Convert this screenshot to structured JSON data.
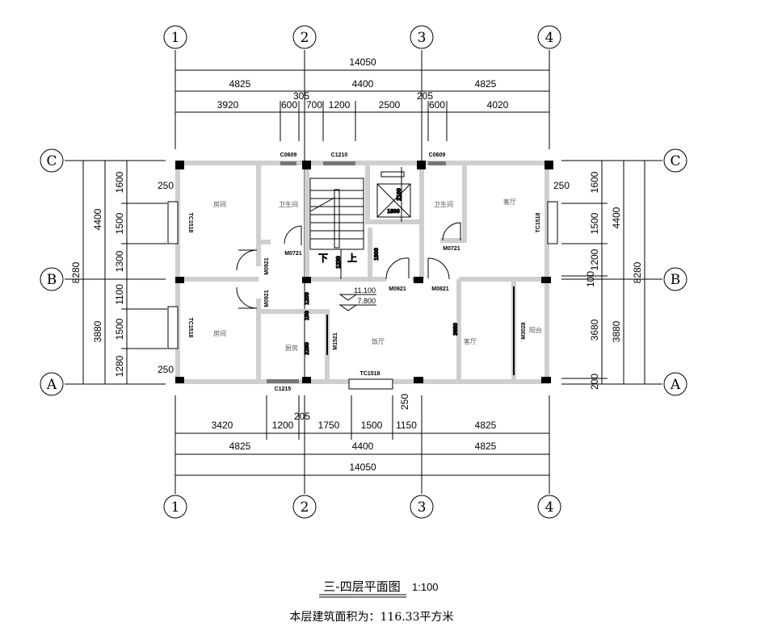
{
  "axes": {
    "vertical": [
      "1",
      "2",
      "3",
      "4"
    ],
    "horizontal": [
      "C",
      "B",
      "A"
    ]
  },
  "top_dims": {
    "total": "14050",
    "bays": [
      "4825",
      "4400",
      "4825"
    ],
    "detail": [
      "3920",
      "600",
      "700",
      "1200",
      "2500",
      "600",
      "4020"
    ],
    "offsets": [
      "305",
      "205"
    ]
  },
  "bottom_dims": {
    "detail": [
      "3420",
      "1200",
      "1750",
      "1500",
      "1150",
      "4825"
    ],
    "offset": "205",
    "bays": [
      "4825",
      "4400",
      "4825"
    ],
    "total": "14050",
    "wall_offset": "250"
  },
  "left_dims": {
    "total": "8280",
    "bays": [
      "4400",
      "3880"
    ],
    "detail": [
      "1600",
      "1500",
      "1300",
      "1100",
      "1500",
      "1280"
    ],
    "wall_offsets": [
      "250",
      "250"
    ]
  },
  "right_dims": {
    "total": "8280",
    "bays": [
      "4400",
      "3880"
    ],
    "detail": [
      "1600",
      "1500",
      "1200",
      "100",
      "3680",
      "200"
    ],
    "wall_offset": "250"
  },
  "windows": [
    "C0609",
    "C1210",
    "C0609",
    "TC1518",
    "TC1518",
    "TC1518",
    "C1215",
    "TC1518"
  ],
  "doors": [
    "M0721",
    "M0921",
    "M0921",
    "M0921",
    "M0821",
    "M0721",
    "M1521",
    "M3028"
  ],
  "rooms": [
    "房间",
    "卫生间",
    "卫生间",
    "客厅",
    "房间",
    "厨房",
    "饭厅",
    "客厅",
    "阳台"
  ],
  "stair": {
    "down": "下",
    "up": "上",
    "dims": [
      "1230",
      "1200",
      "100",
      "2280",
      "1900",
      "3680"
    ]
  },
  "elevator": {
    "w": "1800",
    "h": "2100"
  },
  "elevations": [
    "11.100",
    "7.800"
  ],
  "title": "三-四层平面图",
  "scale": "1:100",
  "area_note": "本层建筑面积为：116.33平方米"
}
